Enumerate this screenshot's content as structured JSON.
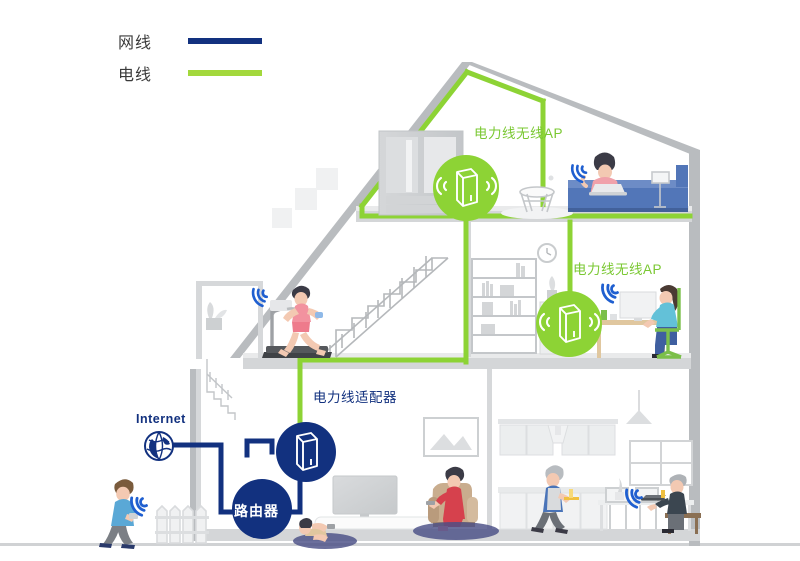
{
  "diagram": {
    "title": "Powerline home network coverage illustration",
    "background": "#ffffff"
  },
  "colors": {
    "ethernet_blue": "#12317f",
    "powerline_green": "#8dd335",
    "legend_green": "#a3d83c",
    "wall_gray": "#a8acb1",
    "floor_gray": "#d8dadc",
    "light_gray": "#eceded",
    "wifi_blue": "#1f5fd0",
    "label_text": "#3a3a3a"
  },
  "legend": {
    "items": [
      {
        "label": "网线",
        "color": "#12317f",
        "icon": "line-swatch"
      },
      {
        "label": "电线",
        "color": "#a3d83c",
        "icon": "line-swatch"
      }
    ]
  },
  "labels": {
    "internet": "Internet",
    "ap_top": "电力线无线AP",
    "ap_mid": "电力线无线AP",
    "adapter": "电力线适配器"
  },
  "nodes": {
    "router": {
      "text": "路由器",
      "color": "#12317f",
      "icon": "router-node"
    },
    "adapter": {
      "text": "",
      "color": "#12317f",
      "icon": "powerline-adapter-icon"
    },
    "ap_top": {
      "text": "",
      "color": "#8dd335",
      "icon": "wireless-ap-icon"
    },
    "ap_mid": {
      "text": "",
      "color": "#8dd335",
      "icon": "wireless-ap-icon"
    }
  },
  "scene": {
    "rooms": [
      {
        "name": "attic-bedroom",
        "floor": 3
      },
      {
        "name": "gym-stairs",
        "floor": 2
      },
      {
        "name": "study-room",
        "floor": 2
      },
      {
        "name": "living-room",
        "floor": 1
      },
      {
        "name": "kitchen-dining",
        "floor": 1
      },
      {
        "name": "front-yard",
        "floor": 0
      }
    ],
    "people": [
      {
        "name": "person-on-bed-with-laptop",
        "room": "attic-bedroom",
        "wifi": true
      },
      {
        "name": "woman-on-treadmill",
        "room": "gym-stairs",
        "wifi": true
      },
      {
        "name": "woman-at-desk-computer",
        "room": "study-room",
        "wifi": true
      },
      {
        "name": "woman-in-armchair-tablet",
        "room": "living-room",
        "wifi": true
      },
      {
        "name": "child-on-floor",
        "room": "living-room",
        "wifi": false
      },
      {
        "name": "person-carrying-tray",
        "room": "kitchen-dining",
        "wifi": false
      },
      {
        "name": "man-at-dining-table-laptop",
        "room": "kitchen-dining",
        "wifi": true
      },
      {
        "name": "man-walking-with-phone",
        "room": "front-yard",
        "wifi": true
      }
    ]
  }
}
